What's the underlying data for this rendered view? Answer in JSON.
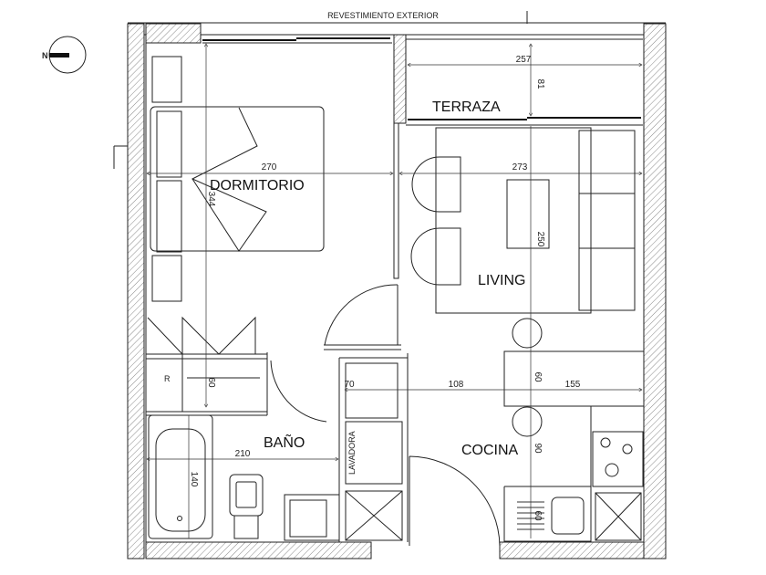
{
  "title": "REVESTIMIENTO EXTERIOR",
  "compass": {
    "label": "N"
  },
  "rooms": {
    "dormitorio": "DORMITORIO",
    "terraza": "TERRAZA",
    "living": "LIVING",
    "bano": "BAÑO",
    "cocina": "COCINA",
    "lavadora": "LAVADORA",
    "refrigerator": "R"
  },
  "dimensions": {
    "dorm_width": "270",
    "living_width": "273",
    "terraza_width": "257",
    "terraza_depth": "81",
    "dorm_depth": "344",
    "living_depth": "250",
    "closet_depth": "60",
    "laundry_width": "70",
    "passage_width": "108",
    "kitchen_width": "155",
    "counter_depth": "60",
    "kitchen_depth": "90",
    "sink_depth": "60",
    "bath_width": "210",
    "tub_length": "140"
  }
}
